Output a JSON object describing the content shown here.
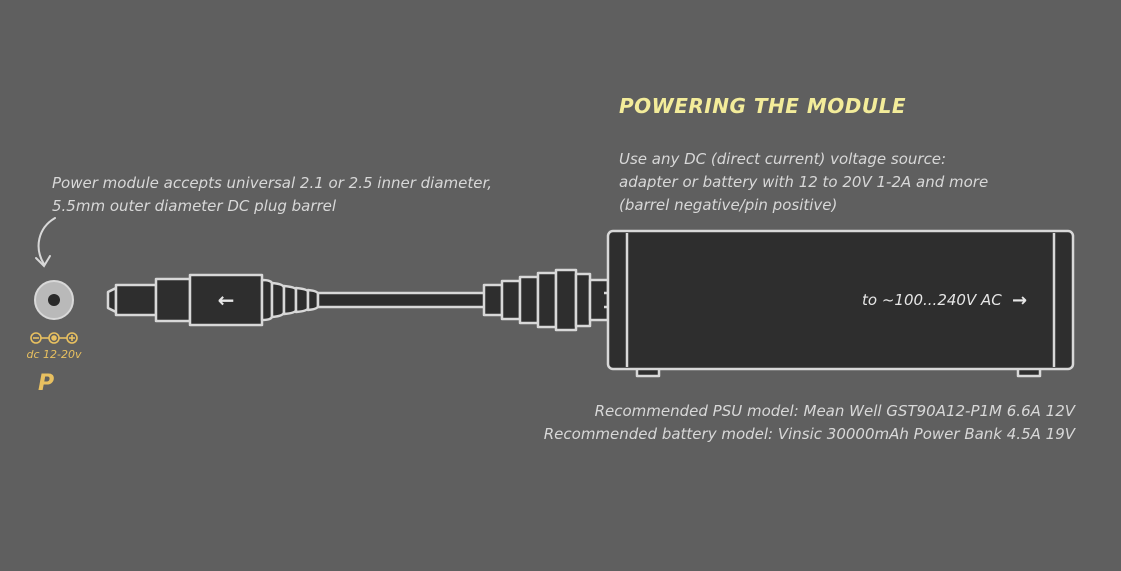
{
  "title": "POWERING THE MODULE",
  "intro_lines": [
    "Use any DC (direct current) voltage source:",
    "adapter or battery with 12 to 20V 1-2A and more",
    "(barrel negative/pin positive)"
  ],
  "jack_note_lines": [
    "Power module accepts universal 2.1 or 2.5 inner diameter,",
    "5.5mm outer diameter DC plug barrel"
  ],
  "jack": {
    "polarity_symbol": "⊖-●-⊕",
    "voltage_label": "dc 12-20v",
    "marking": "P"
  },
  "plug_arrow": "←",
  "psu_label": "to ~100...240V AC",
  "psu_arrow": "→",
  "recommendations": [
    "Recommended PSU model: Mean Well GST90A12-P1M 6.6A 12V",
    "Recommended battery model: Vinsic 30000mAh Power Bank 4.5A 19V"
  ],
  "colors": {
    "background": "#5f5f5f",
    "accent": "#f3ec9a",
    "jack_accent": "#e8c060",
    "line": "#d8d8d8",
    "body": "#2e2e2e"
  }
}
